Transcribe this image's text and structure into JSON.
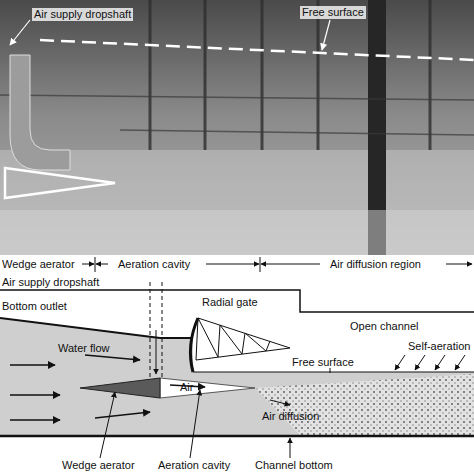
{
  "diagram": {
    "labels": [
      "Air supply dropshaft",
      "Free surface",
      "Wedge aerator",
      "Aeration cavity",
      "Air diffusion region",
      "Air supply dropshaft",
      "Bottom outlet",
      "Radial gate",
      "Open channel",
      "Water flow",
      "Free surface",
      "Self-aeration",
      "Air",
      "Air diffusion",
      "Wedge aerator",
      "Aeration cavity",
      "Channel bottom"
    ]
  }
}
